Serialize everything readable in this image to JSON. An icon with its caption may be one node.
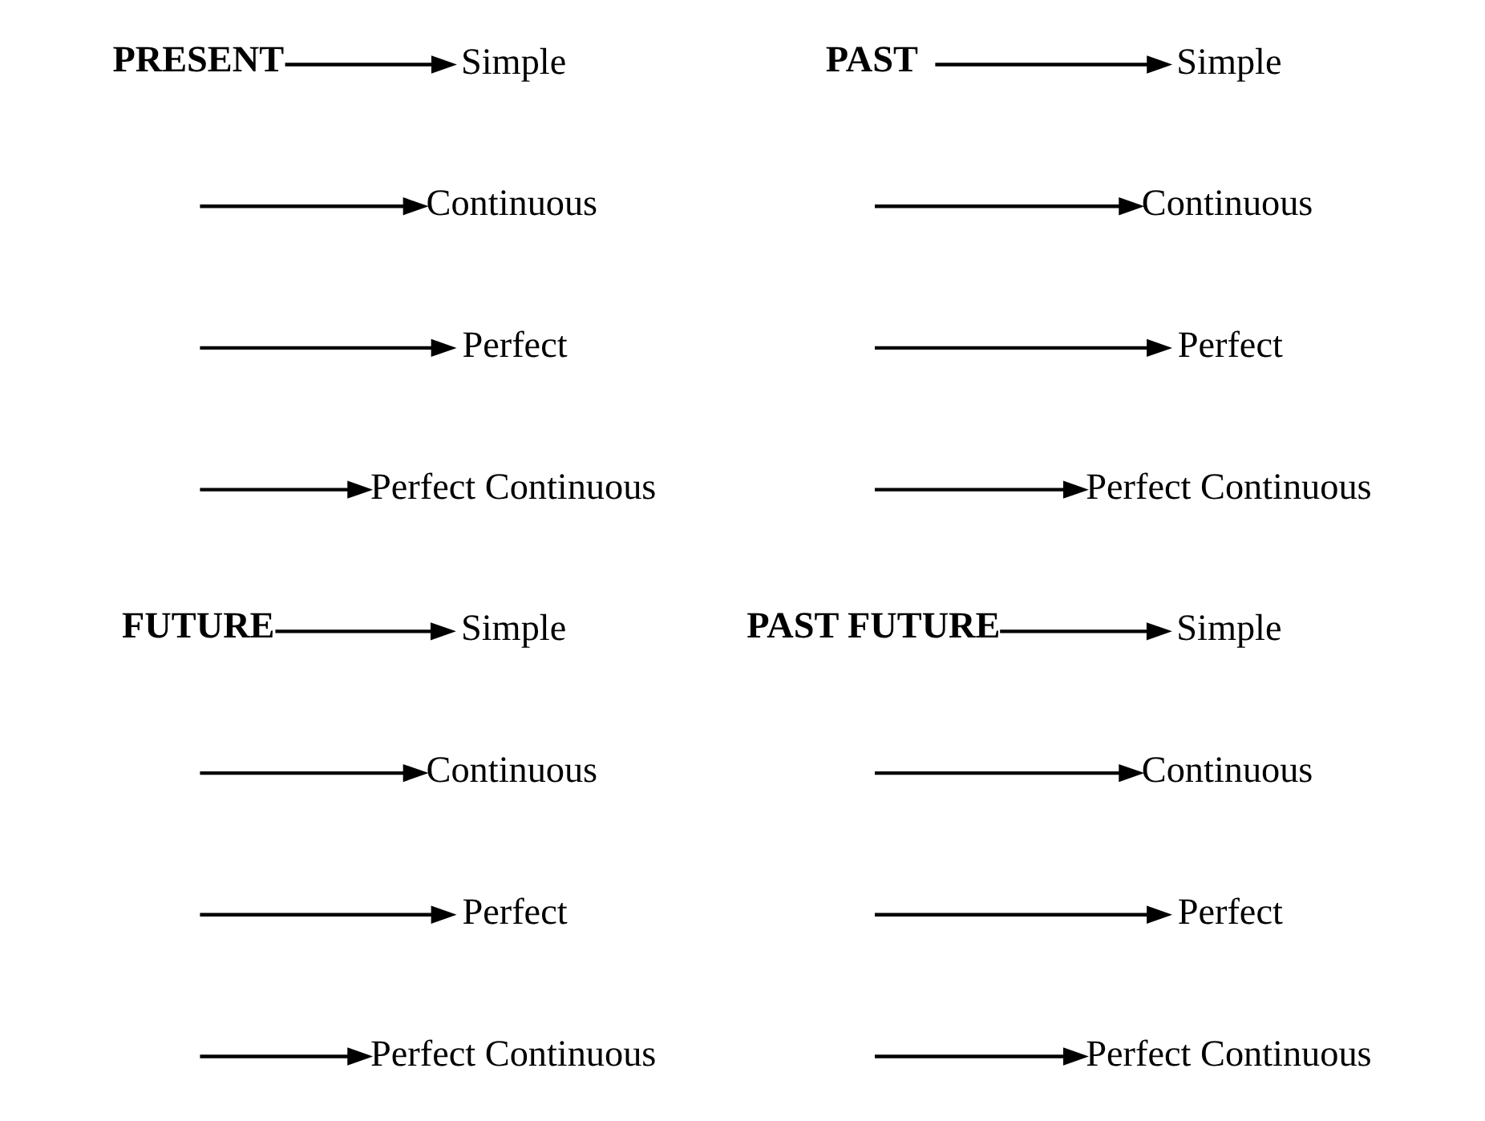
{
  "diagram": {
    "nodes": [
      {
        "text": [
          "PRESENT"
        ]
      },
      {
        "text": [
          "Simple"
        ]
      },
      {
        "text": [
          "Continuous"
        ]
      },
      {
        "text": [
          "Perfect"
        ]
      },
      {
        "text": [
          "Perfect Continuous"
        ]
      },
      {
        "text": [
          "PAST"
        ]
      },
      {
        "text": [
          "Simple"
        ]
      },
      {
        "text": [
          "Continuous"
        ]
      },
      {
        "text": [
          "Perfect"
        ]
      },
      {
        "text": [
          "Perfect Continuous"
        ]
      },
      {
        "text": [
          "FUTURE"
        ]
      },
      {
        "text": [
          "Simple"
        ]
      },
      {
        "text": [
          "Continuous"
        ]
      },
      {
        "text": [
          "Perfect"
        ]
      },
      {
        "text": [
          "Perfect Continuous"
        ]
      },
      {
        "text": [
          "PAST FUTURE"
        ]
      },
      {
        "text": [
          "Simple"
        ]
      },
      {
        "text": [
          "Continuous"
        ]
      },
      {
        "text": [
          "Perfect"
        ]
      },
      {
        "text": [
          "Perfect Continuous"
        ]
      }
    ],
    "edges": [
      {
        "from": 0,
        "to": 1,
        "arrow": "to"
      },
      {
        "from": null,
        "to": 2,
        "arrow": "to"
      },
      {
        "from": null,
        "to": 3,
        "arrow": "to"
      },
      {
        "from": null,
        "to": 4,
        "arrow": "to"
      },
      {
        "from": 5,
        "to": 6,
        "arrow": "to"
      },
      {
        "from": null,
        "to": 7,
        "arrow": "to"
      },
      {
        "from": null,
        "to": 8,
        "arrow": "to"
      },
      {
        "from": null,
        "to": 9,
        "arrow": "to"
      },
      {
        "from": 10,
        "to": 11,
        "arrow": "to"
      },
      {
        "from": null,
        "to": 12,
        "arrow": "to"
      },
      {
        "from": null,
        "to": 13,
        "arrow": "to"
      },
      {
        "from": null,
        "to": 14,
        "arrow": "to"
      },
      {
        "from": 15,
        "to": 16,
        "arrow": "to"
      },
      {
        "from": null,
        "to": 17,
        "arrow": "to"
      },
      {
        "from": null,
        "to": 18,
        "arrow": "to"
      },
      {
        "from": null,
        "to": 19,
        "arrow": "to"
      }
    ]
  }
}
